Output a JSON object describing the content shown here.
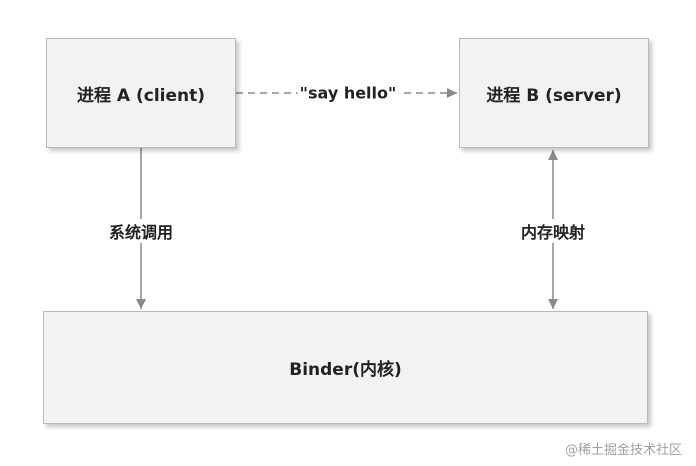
{
  "nodes": {
    "process_a": "进程 A (client)",
    "process_b": "进程 B (server)",
    "binder": "Binder(内核)"
  },
  "edges": {
    "say_hello": "\"say hello\"",
    "system_call": "系统调用",
    "memory_mapping": "内存映射"
  },
  "watermark": "@稀土掘金技术社区",
  "colors": {
    "box_fill": "#f2f2f2",
    "box_border": "#b9b9b9",
    "line": "#8a8a8a",
    "text": "#222222"
  }
}
